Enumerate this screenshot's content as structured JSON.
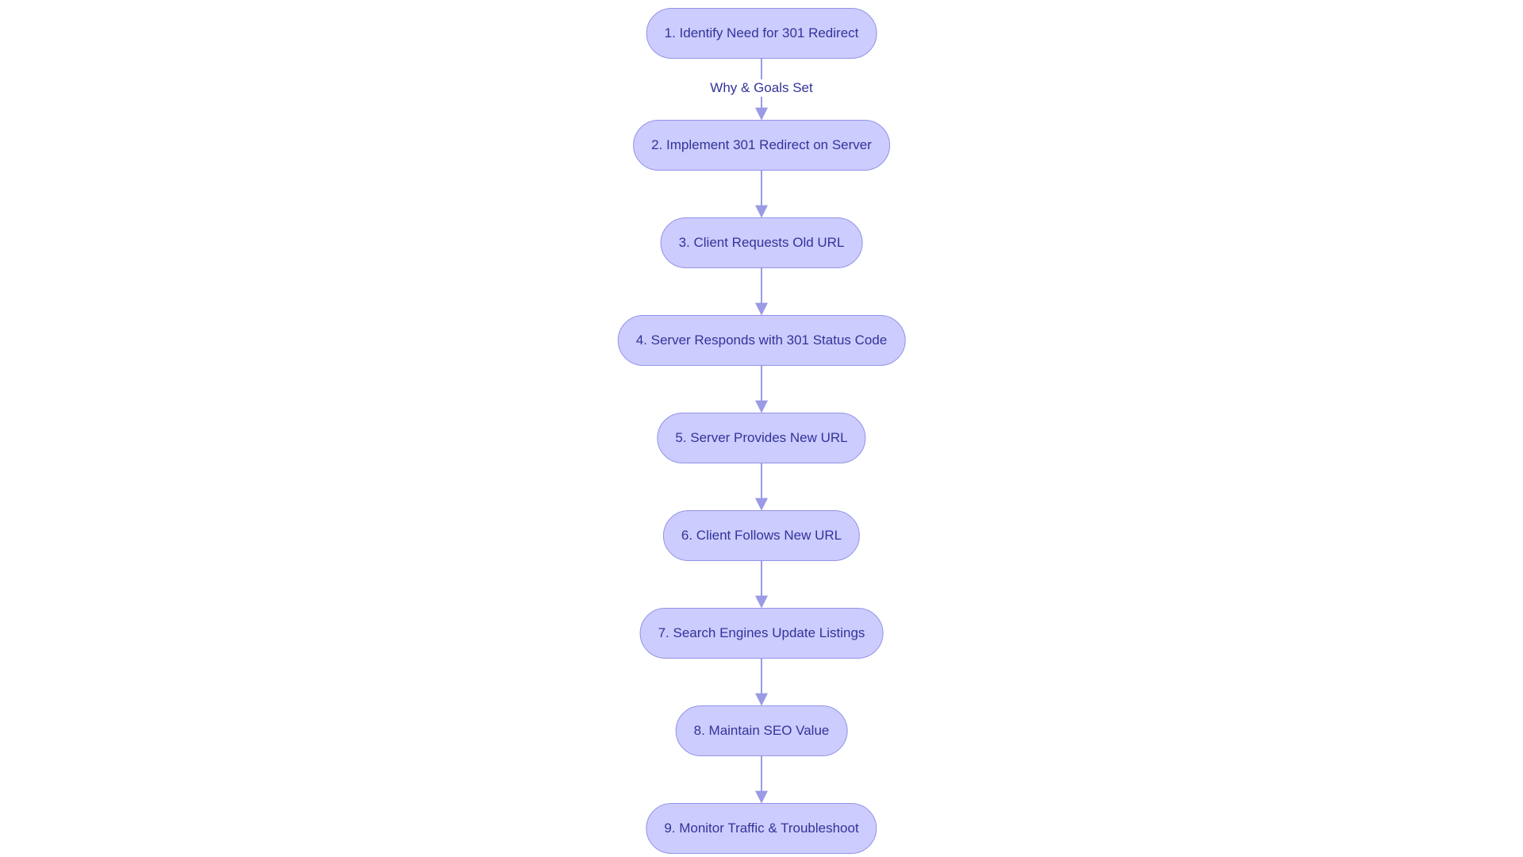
{
  "colors": {
    "node_fill": "#ccccff",
    "node_border": "#9393e6",
    "node_text": "#333399",
    "edge": "#9a9ae6",
    "edge_label_text": "#333399"
  },
  "nodes": [
    {
      "id": "n1",
      "label": "1. Identify Need for 301 Redirect"
    },
    {
      "id": "n2",
      "label": "2. Implement 301 Redirect on Server"
    },
    {
      "id": "n3",
      "label": "3. Client Requests Old URL"
    },
    {
      "id": "n4",
      "label": "4. Server Responds with 301 Status Code"
    },
    {
      "id": "n5",
      "label": "5. Server Provides New URL"
    },
    {
      "id": "n6",
      "label": "6. Client Follows New URL"
    },
    {
      "id": "n7",
      "label": "7. Search Engines Update Listings"
    },
    {
      "id": "n8",
      "label": "8. Maintain SEO Value"
    },
    {
      "id": "n9",
      "label": "9. Monitor Traffic & Troubleshoot"
    }
  ],
  "edges": [
    {
      "from": "n1",
      "to": "n2",
      "label": "Why & Goals Set"
    },
    {
      "from": "n2",
      "to": "n3",
      "label": ""
    },
    {
      "from": "n3",
      "to": "n4",
      "label": ""
    },
    {
      "from": "n4",
      "to": "n5",
      "label": ""
    },
    {
      "from": "n5",
      "to": "n6",
      "label": ""
    },
    {
      "from": "n6",
      "to": "n7",
      "label": ""
    },
    {
      "from": "n7",
      "to": "n8",
      "label": ""
    },
    {
      "from": "n8",
      "to": "n9",
      "label": ""
    }
  ]
}
